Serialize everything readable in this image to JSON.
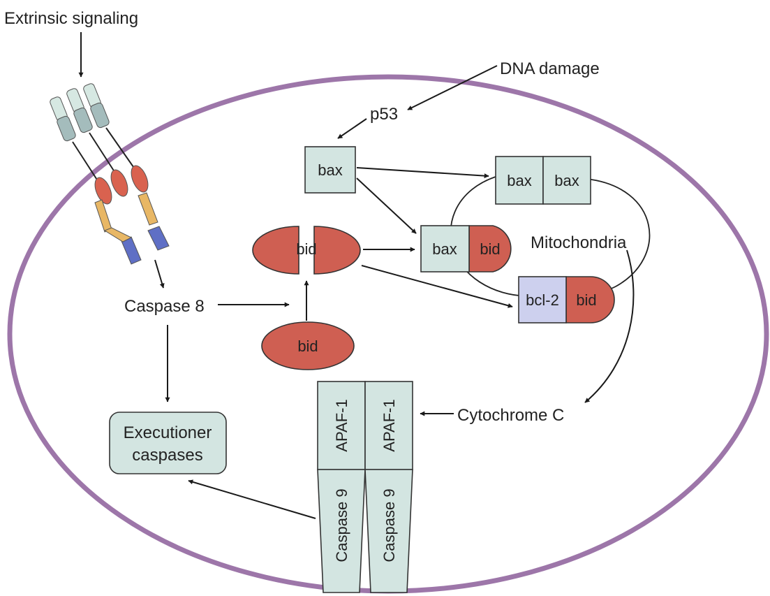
{
  "colors": {
    "cell_membrane": "#9d76a9",
    "protein_box": "#d3e5e1",
    "bid": "#cf5f52",
    "bcl2": "#cdd0ee",
    "receptor_light": "#d6e8e2",
    "receptor_mid": "#a4bcbc",
    "receptor_head": "#d9624f",
    "receptor_yellow": "#e8b765",
    "receptor_blue": "#5f6fc5",
    "arrow": "#1a1a1a"
  },
  "labels": {
    "extrinsic_signaling": "Extrinsic signaling",
    "dna_damage": "DNA damage",
    "p53": "p53",
    "caspase8": "Caspase 8",
    "mitochondria": "Mitochondria",
    "cytochrome_c": "Cytochrome C",
    "executioner_line1": "Executioner",
    "executioner_line2": "caspases",
    "bax": "bax",
    "bid": "bid",
    "bcl2": "bcl-2",
    "apaf1": "APAF-1",
    "caspase9": "Caspase 9"
  }
}
